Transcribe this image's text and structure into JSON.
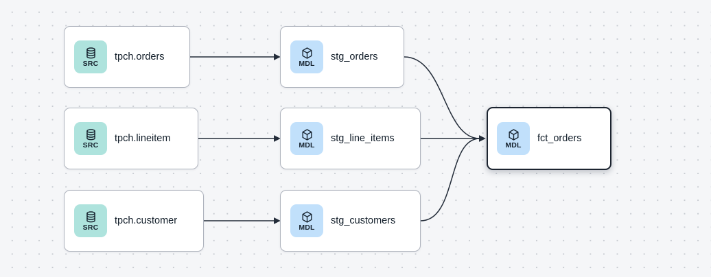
{
  "canvas": {
    "background_color": "#f5f6f8",
    "dot_color": "#c7cbd1"
  },
  "colors": {
    "src_badge_bg": "#aee3dd",
    "mdl_badge_bg": "#c1e0fb",
    "badge_text": "#16222e",
    "node_background": "#ffffff",
    "node_border": "#aeb3bd",
    "selected_node_border": "#1c2430",
    "node_label_text": "#101c28",
    "edge_stroke": "#232c39"
  },
  "nodes": {
    "tpch_orders": {
      "label": "tpch.orders",
      "badge": "SRC",
      "type": "source",
      "selected": false
    },
    "stg_orders": {
      "label": "stg_orders",
      "badge": "MDL",
      "type": "model",
      "selected": false
    },
    "tpch_lineitem": {
      "label": "tpch.lineitem",
      "badge": "SRC",
      "type": "source",
      "selected": false
    },
    "stg_line_items": {
      "label": "stg_line_items",
      "badge": "MDL",
      "type": "model",
      "selected": false
    },
    "fct_orders": {
      "label": "fct_orders",
      "badge": "MDL",
      "type": "model",
      "selected": true
    },
    "tpch_customer": {
      "label": "tpch.customer",
      "badge": "SRC",
      "type": "source",
      "selected": false
    },
    "stg_customers": {
      "label": "stg_customers",
      "badge": "MDL",
      "type": "model",
      "selected": false
    }
  },
  "edges": [
    {
      "from": "tpch.orders",
      "to": "stg_orders"
    },
    {
      "from": "tpch.lineitem",
      "to": "stg_line_items"
    },
    {
      "from": "tpch.customer",
      "to": "stg_customers"
    },
    {
      "from": "stg_orders",
      "to": "fct_orders"
    },
    {
      "from": "stg_line_items",
      "to": "fct_orders"
    },
    {
      "from": "stg_customers",
      "to": "fct_orders"
    }
  ]
}
